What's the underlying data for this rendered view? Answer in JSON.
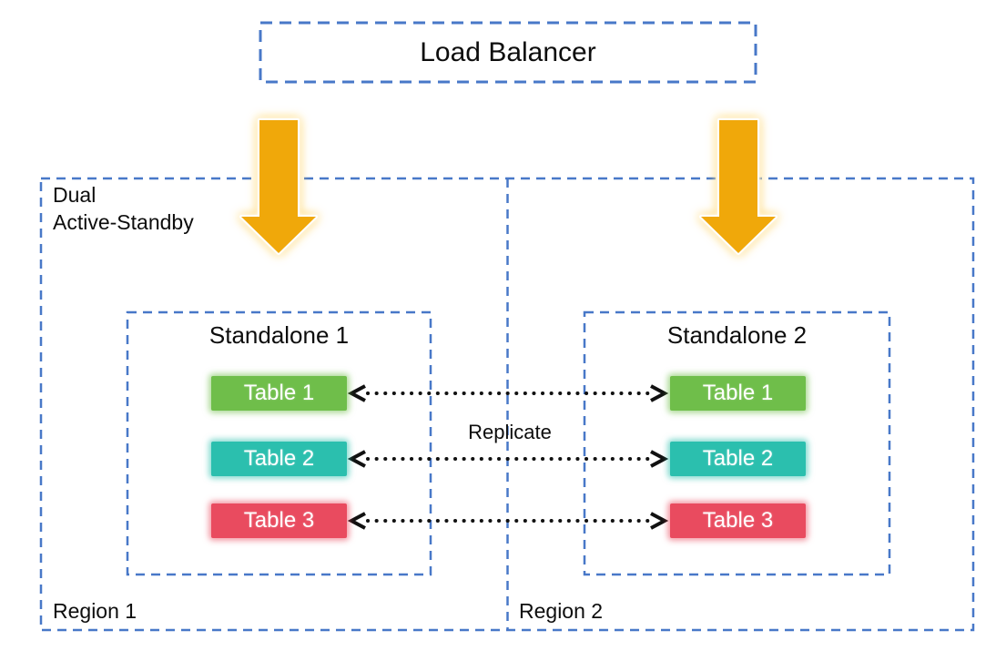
{
  "load_balancer": {
    "label": "Load Balancer"
  },
  "cluster": {
    "label_lines": [
      "Dual",
      "Active-Standby"
    ],
    "replicate_label": "Replicate",
    "regions": [
      {
        "label": "Region 1",
        "standalone": {
          "title": "Standalone 1",
          "tables": [
            {
              "label": "Table 1",
              "color": "#6fbe4a"
            },
            {
              "label": "Table 2",
              "color": "#2bbfae"
            },
            {
              "label": "Table 3",
              "color": "#e94b5f"
            }
          ]
        }
      },
      {
        "label": "Region 2",
        "standalone": {
          "title": "Standalone 2",
          "tables": [
            {
              "label": "Table 1",
              "color": "#6fbe4a"
            },
            {
              "label": "Table 2",
              "color": "#2bbfae"
            },
            {
              "label": "Table 3",
              "color": "#e94b5f"
            }
          ]
        }
      }
    ]
  },
  "colors": {
    "dashed_border": "#4878c8",
    "flow_arrow": "#f0a80a",
    "replication_line": "#111111",
    "table_text": "#ffffff",
    "background": "#ffffff"
  }
}
